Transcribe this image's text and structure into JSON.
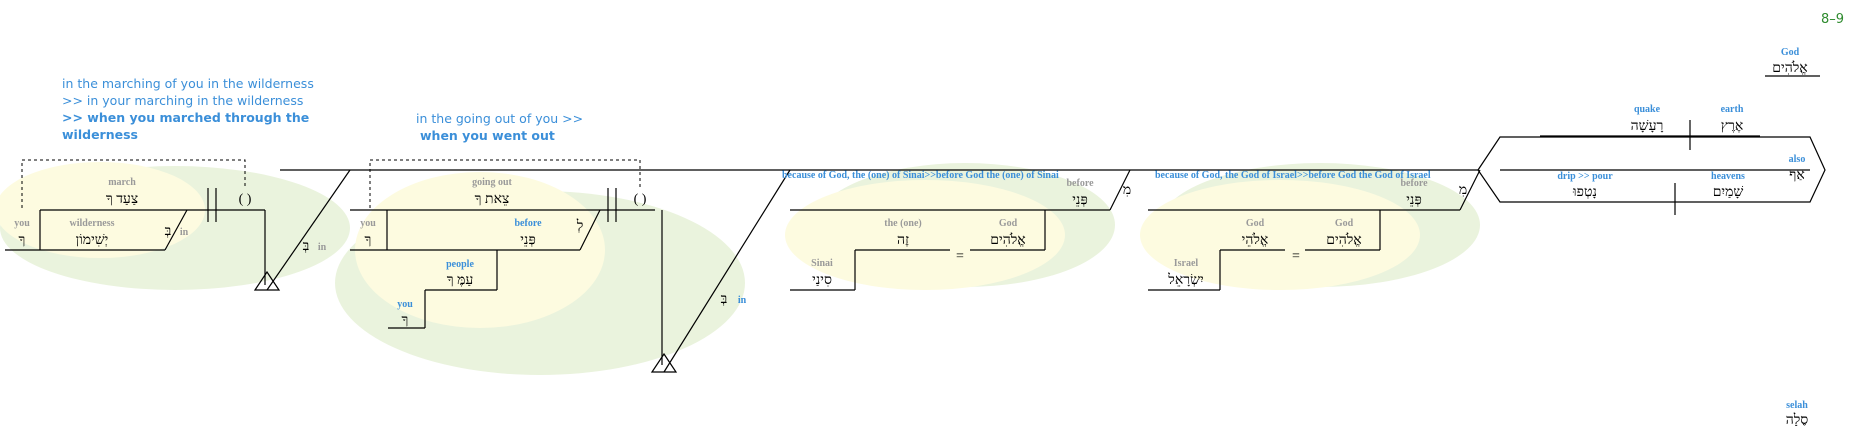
{
  "verse_ref": "8–9",
  "annotations": {
    "a1_line1": "in the marching of you in the wilderness",
    "a1_line2": ">> in your marching  in the wilderness",
    "a1_line3": ">> when you marched through the",
    "a1_line4": "wilderness",
    "a2_line1": "in the going out of you >>",
    "a2_line2": "when you went out"
  },
  "words": {
    "tsadek": "צַעַד ךָ",
    "tsadek_gl": "march",
    "be1": "בְּ",
    "be1_gl": "in",
    "yeshimon": "יְשִׁימוֹן",
    "yeshimon_gl": "wilderness",
    "kh1": "ךָ",
    "kh1_gl": "you",
    "paren": "( )",
    "be_left": "בְּ",
    "be_left_gl": "in",
    "tset": "צֵאת ךָ",
    "tset_gl": "going out",
    "kh2": "ךָ",
    "kh2_gl": "you",
    "le": "לְ",
    "pne1": "פְּנֵי",
    "pne1_gl": "before",
    "am": "עַמֶּ ךָ",
    "am_gl": "people",
    "kh3": "ךָ",
    "kh3_gl": "you",
    "be_mid": "בְּ",
    "be_mid_gl": "in",
    "sinai_long": "because of God, the (one) of Sinai>>before God the (one) of Sinai",
    "pne2": "פְּנֵי",
    "pne2_gl": "before",
    "mi1": "מִ",
    "zeh": "זֶה",
    "zeh_gl": "the (one)",
    "elohim1": "אֱלֹהִים",
    "elohim1_gl": "God",
    "sinai": "סִינַי",
    "sinai_gl": "Sinai",
    "israel_long": "because of God, the God of Israel>>before God the God of Israel",
    "pne3": "פְּנֵי",
    "pne3_gl": "before",
    "mi2": "מִ",
    "elohe": "אֱלֹהֵי",
    "elohe_gl": "God",
    "elohim2": "אֱלֹהִים",
    "elohim2_gl": "God",
    "yisrael": "יִשְׂרָאֵל",
    "yisrael_gl": "Israel",
    "eq": "=",
    "elohim_top": "אֱלֹהִים",
    "elohim_top_gl": "God",
    "raasha": "רָעָשָׁה",
    "raasha_gl": "quake",
    "erets": "אֶרֶץ",
    "erets_gl": "earth",
    "af": "אַף",
    "af_gl": "also",
    "natfu": "נָטְפוּ",
    "natfu_gl": "drip >> pour",
    "shamayim": "שָׁמַיִם",
    "shamayim_gl": "heavens",
    "selah": "סֶלָה",
    "selah_gl": "selah"
  }
}
